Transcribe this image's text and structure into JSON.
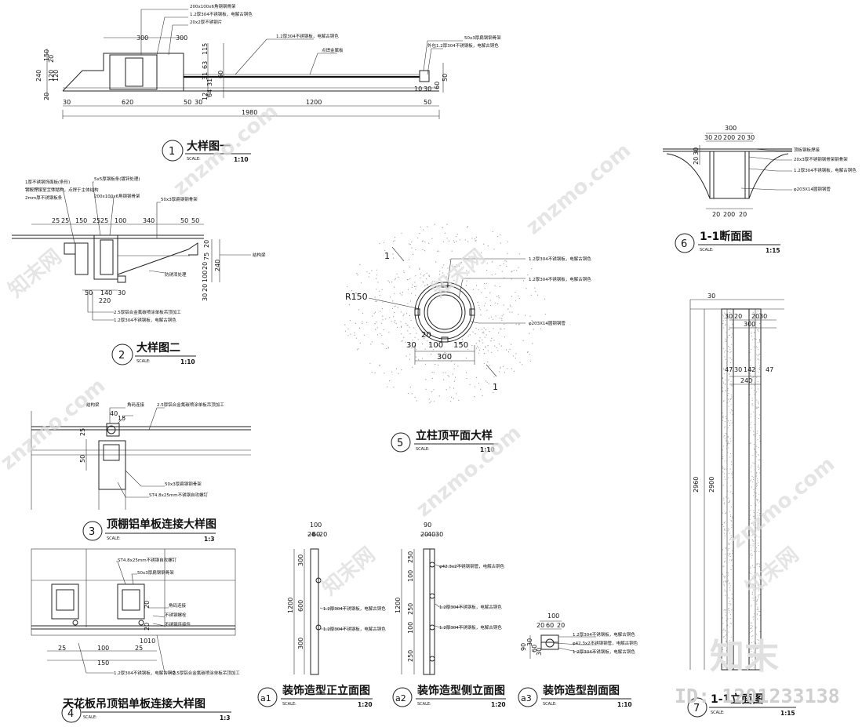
{
  "details": {
    "d1": {
      "num": "1",
      "title": "大样图一",
      "scale_label": "SCALE:",
      "ratio": "1:10",
      "dims_top": [
        "300",
        "300"
      ],
      "dims_bottom": [
        "30",
        "620",
        "50",
        "30",
        "1200",
        "50"
      ],
      "total": "1980",
      "dims_left": [
        "240",
        "150",
        "20",
        "20",
        "120",
        "120"
      ],
      "dims_mid": [
        "115",
        "63",
        "31",
        "31",
        "64",
        "60",
        "12"
      ],
      "dims_right": [
        "60",
        "50",
        "10",
        "30"
      ],
      "notes": [
        "200x100x6角钢钢骨架",
        "1.2厚304不锈钢板，电解古铜色",
        "20x2厚不锈钢片",
        "1.2厚304不锈钢板，电解古铜色",
        "点焊金属板",
        "50x3厚扁钢钢骨架",
        "外包1.2厚304不锈钢板，电解古铜色"
      ]
    },
    "d2": {
      "num": "2",
      "title": "大样图二",
      "scale_label": "SCALE:",
      "ratio": "1:10",
      "dims_top": [
        "25",
        "25",
        "150",
        "25",
        "25",
        "100",
        "340",
        "50",
        "50"
      ],
      "dims_right": [
        "20",
        "75",
        "240",
        "20",
        "100",
        "20",
        "30"
      ],
      "dims_bottom": [
        "50",
        "140",
        "30",
        "220"
      ],
      "notes": [
        "1厚不锈钢饰面板(条形)",
        "5x5厚钢板条(镀锌处理)",
        "200x100x6角钢钢骨架",
        "50x3厚扁钢钢骨架",
        "钢板焊接至主体结构，点焊于主体结构",
        "2mm厚不锈钢板条",
        "结构梁",
        "防锈漆处理",
        "2.5厚铝合金氟碳喷涂单板吊顶加工",
        "1.2厚304不锈钢板，电解古铜色"
      ]
    },
    "d3": {
      "num": "3",
      "title": "顶棚铝单板连接大样图",
      "scale_label": "SCALE:",
      "ratio": "1:3",
      "dims_top": [
        "40",
        "15"
      ],
      "dims_left": [
        "25",
        "50"
      ],
      "notes": [
        "结构梁",
        "角码连接",
        "2.5厚铝合金氟碳喷涂单板吊顶加工",
        "50x3厚扁钢钢骨架",
        "ST4.8x25mm不锈钢自攻螺钉"
      ]
    },
    "d4": {
      "num": "4",
      "title": "天花板吊顶铝单板连接大样图",
      "scale_label": "SCALE:",
      "ratio": "1:3",
      "dims": [
        "25",
        "100",
        "25",
        "150",
        "20",
        "20",
        "10",
        "10"
      ],
      "notes": [
        "ST4.8x25mm不锈钢自攻螺钉",
        "50x3厚扁钢钢骨架",
        "角码连接",
        "不锈钢螺栓",
        "不锈钢连接件",
        "1.2厚304不锈钢板，电解古铜色",
        "2.5厚铝合金氟碳喷涂单板吊顶加工"
      ]
    },
    "d5": {
      "num": "5",
      "title": "立柱顶平面大样",
      "scale_label": "SCALE:",
      "ratio": "1:10",
      "radius": "R150",
      "cut": "1",
      "dims": [
        "30",
        "20",
        "100",
        "150",
        "300"
      ],
      "notes": [
        "1.2厚304不锈钢板，电解古铜色",
        "1.2厚304不锈钢板，电解古铜色",
        "φ203X14圆钢钢管"
      ]
    },
    "d6": {
      "num": "6",
      "title": "1-1断面图",
      "scale_label": "SCALE:",
      "ratio": "1:15",
      "dims_top": [
        "300",
        "30",
        "20",
        "200",
        "20",
        "30"
      ],
      "dims_bottom": [
        "20",
        "200",
        "20"
      ],
      "dims_left": [
        "30",
        "20"
      ],
      "notes": [
        "顶板钢板焊接",
        "20x3厚不锈钢钢骨架钢骨架",
        "1.2厚304不锈钢板，电解古铜色",
        "φ203X14圆钢钢管"
      ]
    },
    "d7": {
      "num": "7",
      "title": "1-1立面图",
      "scale_label": "SCALE:",
      "ratio": "1:15",
      "dims_top": [
        "30",
        "30",
        "20",
        "20",
        "30"
      ],
      "w300": "300",
      "dims_mid": [
        "47",
        "30",
        "142",
        "47"
      ],
      "w240": "240",
      "dims_left": [
        "2960",
        "2900"
      ]
    },
    "a1": {
      "num": "a1",
      "title": "装饰造型正立面图",
      "scale_label": "SCALE:",
      "ratio": "1:20",
      "dims_top": [
        "100",
        "20",
        "60",
        "20"
      ],
      "dims_left": [
        "300",
        "600",
        "300",
        "1200"
      ],
      "notes": [
        "1.2厚304不锈钢板，电解古铜色",
        "1.2厚304不锈钢板，电解古铜色"
      ]
    },
    "a2": {
      "num": "a2",
      "title": "装饰造型侧立面图",
      "scale_label": "SCALE:",
      "ratio": "1:20",
      "dims_top": [
        "90",
        "20",
        "40",
        "30"
      ],
      "dims_left": [
        "250",
        "100",
        "250",
        "100",
        "250",
        "1200"
      ],
      "notes": [
        "φ42.3x2不锈钢钢管，电解古铜色",
        "1.2厚304不锈钢板，电解古铜色",
        "1.2厚304不锈钢板，电解古铜色"
      ]
    },
    "a3": {
      "num": "a3",
      "title": "装饰造型剖面图",
      "scale_label": "SCALE:",
      "ratio": "1:10",
      "dims_top": [
        "100",
        "20",
        "60",
        "20"
      ],
      "dims_left": [
        "90",
        "30",
        "60",
        "30"
      ],
      "notes": [
        "1.2厚304不锈钢板，电解古铜色",
        "φ42.3x2不锈钢钢管，电解古铜色",
        "1.2厚304不锈钢板，电解古铜色"
      ]
    }
  },
  "watermark": {
    "text": "znzmo.com",
    "brand": "知末网",
    "logo": "知末",
    "id": "ID: 1201233138"
  }
}
